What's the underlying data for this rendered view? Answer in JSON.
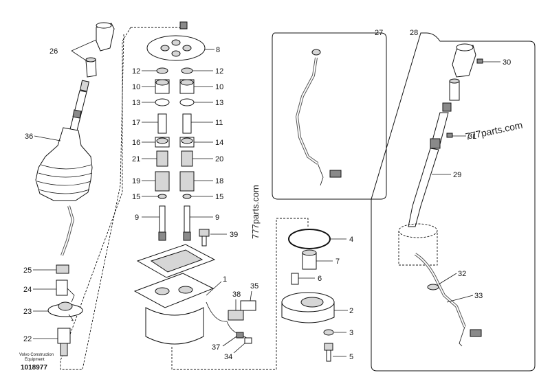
{
  "labels": {
    "p1": "1",
    "p2": "2",
    "p3": "3",
    "p4": "4",
    "p5": "5",
    "p6": "6",
    "p7": "7",
    "p8": "8",
    "p9a": "9",
    "p9b": "9",
    "p10a": "10",
    "p10b": "10",
    "p11": "11",
    "p12a": "12",
    "p12b": "12",
    "p13a": "13",
    "p13b": "13",
    "p14": "14",
    "p15a": "15",
    "p15b": "15",
    "p16": "16",
    "p17": "17",
    "p18": "18",
    "p19": "19",
    "p20": "20",
    "p21": "21",
    "p22": "22",
    "p23": "23",
    "p24": "24",
    "p25": "25",
    "p26": "26",
    "p27": "27",
    "p28": "28",
    "p29": "29",
    "p30": "30",
    "p31": "31",
    "p32": "32",
    "p33": "33",
    "p34": "34",
    "p35": "35",
    "p36": "36",
    "p37": "37",
    "p38": "38",
    "p39": "39"
  },
  "watermark_center": "777parts.com",
  "watermark_right": "777parts.com",
  "footer_brand": "Volvo Construction Equipment",
  "footer_brand_line1": "Volvo Construction",
  "footer_brand_line2": "Equipment",
  "drawing_id": "1018977"
}
